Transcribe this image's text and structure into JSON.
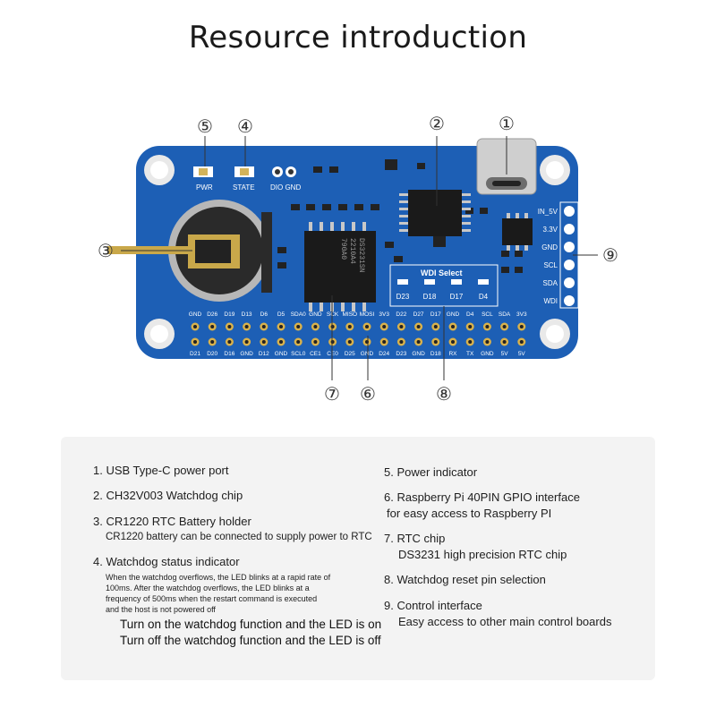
{
  "title": "Resource introduction",
  "callouts": [
    "①",
    "②",
    "③",
    "④",
    "⑤",
    "⑥",
    "⑦",
    "⑧",
    "⑨"
  ],
  "board": {
    "led_labels": {
      "pwr": "PWR",
      "state": "STATE",
      "dio_gnd": "DIO GND"
    },
    "side_pins": [
      "IN_5V",
      "3.3V",
      "GND",
      "SCL",
      "SDA",
      "WDI"
    ],
    "wdi_select": {
      "title": "WDI Select",
      "pins": [
        "D23",
        "D18",
        "D17",
        "D4"
      ]
    },
    "chip_text": "DS3231SN\n2210A4\n790A0",
    "top_header": [
      "GND",
      "D26",
      "D19",
      "D13",
      "D6",
      "D5",
      "SDA0",
      "GND",
      "SCK",
      "MISO",
      "MOSI",
      "3V3",
      "D22",
      "D27",
      "D17",
      "GND",
      "D4",
      "SCL",
      "SDA",
      "3V3"
    ],
    "bottom_header": [
      "D21",
      "D20",
      "D16",
      "GND",
      "D12",
      "GND",
      "SCL0",
      "CE1",
      "CE0",
      "D25",
      "GND",
      "D24",
      "D23",
      "GND",
      "D18",
      "RX",
      "TX",
      "GND",
      "5V",
      "5V"
    ]
  },
  "features": {
    "left": [
      {
        "title": "1. USB Type-C power port"
      },
      {
        "title": "2. CH32V003 Watchdog chip"
      },
      {
        "title": "3. CR1220 RTC Battery holder",
        "sub": "CR1220 battery can be connected to supply power to RTC"
      },
      {
        "title": "4. Watchdog status indicator",
        "small": [
          "When the watchdog overflows, the LED blinks at a rapid rate of",
          "100ms. After the watchdog overflows, the LED blinks at a",
          "frequency of 500ms when the restart command is executed",
          "and the host is not powered off"
        ],
        "big": [
          "Turn on the watchdog function and the LED is on",
          "Turn off the watchdog function and the LED is off"
        ]
      }
    ],
    "right": [
      {
        "title": "5. Power indicator"
      },
      {
        "title": "6. Raspberry Pi 40PIN GPIO interface",
        "sub": "for easy access to Raspberry PI"
      },
      {
        "title": "7. RTC chip",
        "sub": "DS3231 high precision RTC chip"
      },
      {
        "title": "8. Watchdog reset pin selection"
      },
      {
        "title": "9. Control interface",
        "sub": "Easy access to other main control boards"
      }
    ]
  }
}
